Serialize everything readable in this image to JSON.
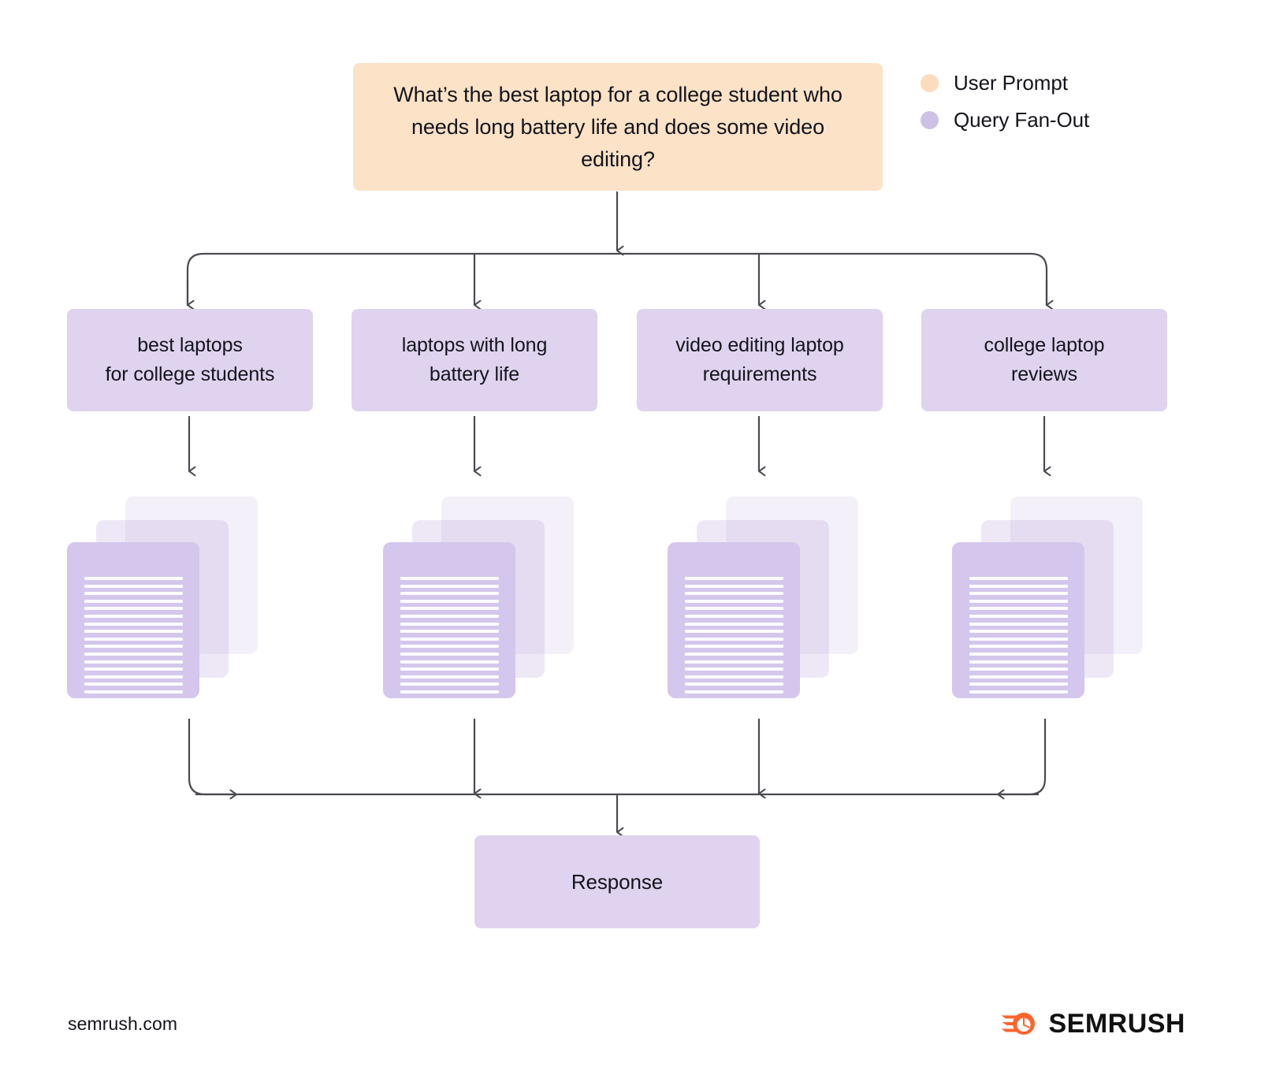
{
  "diagram": {
    "prompt": {
      "text": "What’s the best laptop for a college student who needs long battery life and does some video editing?"
    },
    "legend": {
      "items": [
        {
          "label": "User Prompt",
          "color": "#FBDCBC",
          "swatch_name": "user-prompt-swatch"
        },
        {
          "label": "Query Fan-Out",
          "color": "#CDC2E6",
          "swatch_name": "query-fan-out-swatch"
        }
      ]
    },
    "fan_out": {
      "items": [
        {
          "label": "best laptops\nfor college students"
        },
        {
          "label": "laptops with long\nbattery life"
        },
        {
          "label": "video editing laptop\nrequirements"
        },
        {
          "label": "college laptop\nreviews"
        }
      ]
    },
    "documents": {
      "stacks_per_branch": 3,
      "text_lines_per_doc": 17
    },
    "response": {
      "label": "Response"
    },
    "colors": {
      "prompt_fill": "#FCE2C6",
      "fanout_fill": "#DFD3EF",
      "doc_front_fill": "#D4C6EC",
      "connector": "#4a4a52",
      "background": "#ffffff",
      "brand_orange": "#FF642D"
    }
  },
  "footer": {
    "url": "semrush.com",
    "brand_name": "SEMRUSH"
  }
}
